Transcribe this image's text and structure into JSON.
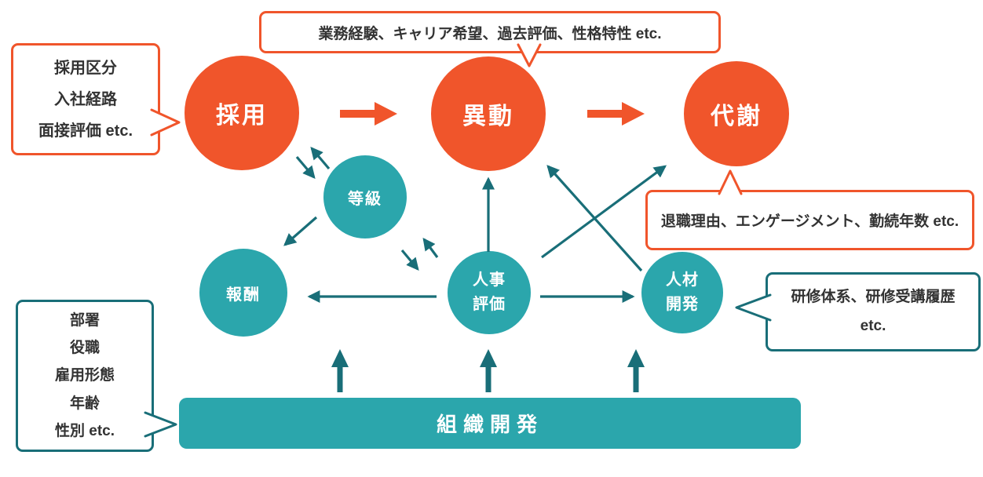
{
  "diagram": {
    "description": "HR talent-management flow diagram",
    "colors": {
      "orange": "#F0552B",
      "teal": "#2BA6AC",
      "dark_teal": "#196E78",
      "bubble_text": "#333333",
      "node_text": "#FFFFFF",
      "background": "#FFFFFF"
    },
    "nodes": {
      "recruitment": {
        "label": "採用"
      },
      "transfer": {
        "label": "異動"
      },
      "turnover": {
        "label": "代謝"
      },
      "grade": {
        "label": "等級"
      },
      "compensation": {
        "label": "報酬"
      },
      "evaluation": {
        "lines": [
          "人事",
          "評価"
        ]
      },
      "talent_development": {
        "lines": [
          "人材",
          "開発"
        ]
      },
      "organization_development": {
        "label": "組織開発"
      }
    },
    "callouts": {
      "recruitment_info": {
        "lines": [
          "採用区分",
          "入社経路",
          "面接評価 etc."
        ]
      },
      "transfer_info": {
        "text": "業務経験、キャリア希望、過去評価、性格特性 etc."
      },
      "turnover_info": {
        "text": "退職理由、エンゲージメント、勤続年数 etc."
      },
      "training_info": {
        "lines": [
          "研修体系、研修受講履歴",
          "etc."
        ]
      },
      "attributes_info": {
        "lines": [
          "部署",
          "役職",
          "雇用形態",
          "年齢",
          "性別 etc."
        ]
      }
    }
  }
}
